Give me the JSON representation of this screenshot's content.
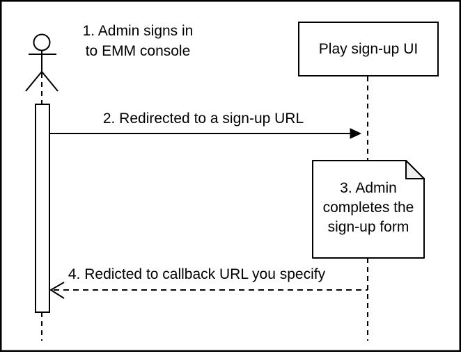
{
  "diagram": {
    "type": "sequence-diagram",
    "actor_message": {
      "line1": "1. Admin signs in",
      "line2": "to EMM console"
    },
    "participant": {
      "label": "Play sign-up UI"
    },
    "message2": {
      "label": "2. Redirected to a sign-up URL"
    },
    "note": {
      "line1": "3. Admin",
      "line2": "completes the",
      "line3": "sign-up form"
    },
    "message4": {
      "label": "4. Redicted to callback URL you specify"
    },
    "colors": {
      "line": "#000000",
      "background": "#ffffff",
      "note_fold_fill": "#eeeeee"
    }
  }
}
